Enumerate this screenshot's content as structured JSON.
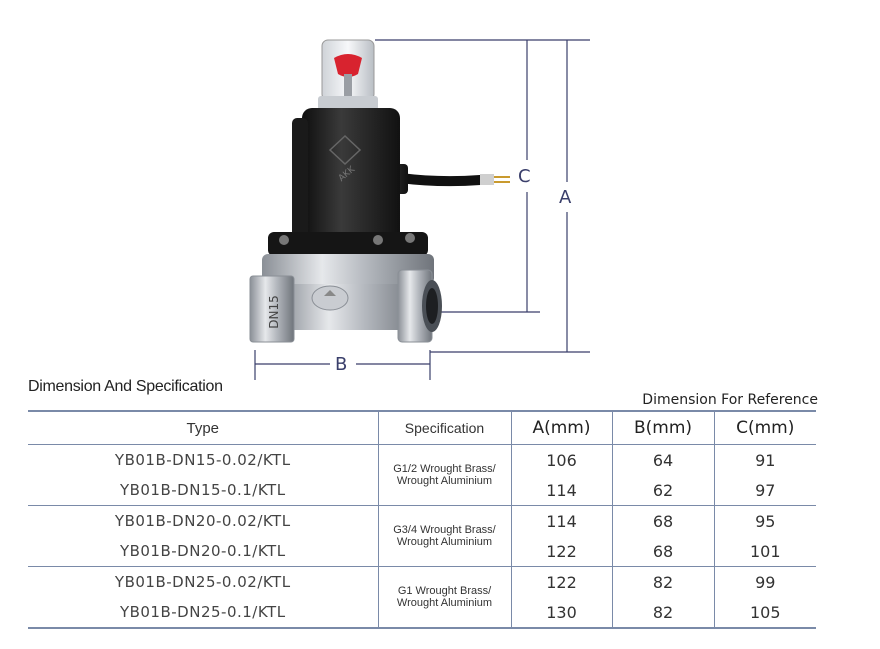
{
  "figure": {
    "body_mark": "AKK",
    "port_label": "DN15",
    "dim_a": "A",
    "dim_b": "B",
    "dim_c": "C",
    "colors": {
      "body": "#1c1c1c",
      "metal": "#b8bcc2",
      "cap": "#d8232f",
      "dim_line": "#3a3f6b"
    }
  },
  "section_title": "Dimension And Specification",
  "reference_note": "Dimension For Reference",
  "table": {
    "headers": {
      "type": "Type",
      "spec": "Specification",
      "a": "A(mm)",
      "b": "B(mm)",
      "c": "C(mm)"
    },
    "groups": [
      {
        "spec_line1": "G1/2 Wrought Brass/",
        "spec_line2": "Wrought Aluminium",
        "rows": [
          {
            "type": "YB01B-DN15-0.02/KTL",
            "a": "106",
            "b": "64",
            "c": "91"
          },
          {
            "type": "YB01B-DN15-0.1/KTL",
            "a": "114",
            "b": "62",
            "c": "97"
          }
        ]
      },
      {
        "spec_line1": "G3/4 Wrought Brass/",
        "spec_line2": "Wrought Aluminium",
        "rows": [
          {
            "type": "YB01B-DN20-0.02/KTL",
            "a": "114",
            "b": "68",
            "c": "95"
          },
          {
            "type": "YB01B-DN20-0.1/KTL",
            "a": "122",
            "b": "68",
            "c": "101"
          }
        ]
      },
      {
        "spec_line1": "G1 Wrought Brass/",
        "spec_line2": "Wrought Aluminium",
        "rows": [
          {
            "type": "YB01B-DN25-0.02/KTL",
            "a": "122",
            "b": "82",
            "c": "99"
          },
          {
            "type": "YB01B-DN25-0.1/KTL",
            "a": "130",
            "b": "82",
            "c": "105"
          }
        ]
      }
    ]
  }
}
